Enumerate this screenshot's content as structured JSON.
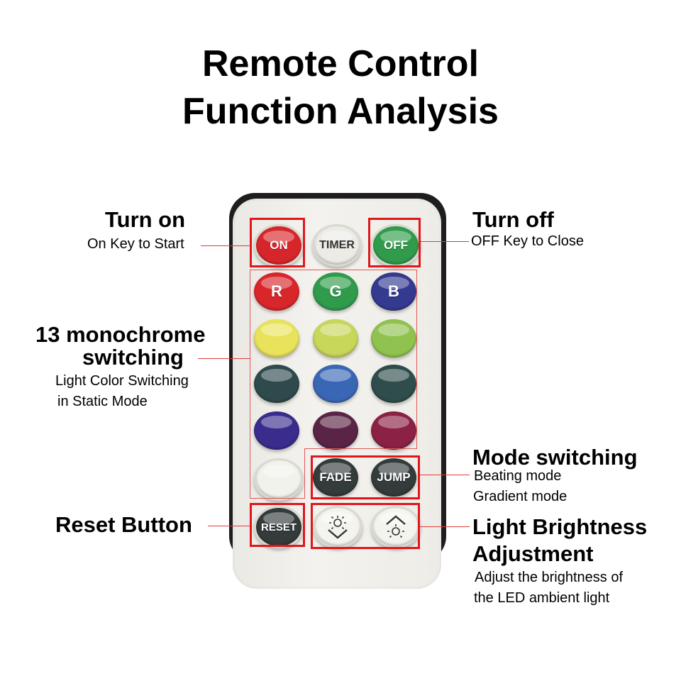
{
  "title": {
    "line1": "Remote Control",
    "line2": "Function Analysis"
  },
  "annotations": {
    "turn_on": {
      "heading": "Turn on",
      "detail": "On Key to Start"
    },
    "turn_off": {
      "heading": "Turn off",
      "detail": "OFF Key to Close"
    },
    "monochrome": {
      "heading_line1": "13 monochrome",
      "heading_line2": "switching",
      "detail_line1": "Light Color Switching",
      "detail_line2": "in Static Mode"
    },
    "mode": {
      "heading": "Mode switching",
      "detail_line1": "Beating mode",
      "detail_line2": "Gradient mode"
    },
    "reset": {
      "heading": "Reset Button"
    },
    "brightness": {
      "heading_line1": "Light Brightness",
      "heading_line2": "Adjustment",
      "detail_line1": "Adjust the brightness of",
      "detail_line2": "the LED ambient light"
    }
  },
  "remote": {
    "on_label": "ON",
    "timer_label": "TIMER",
    "off_label": "OFF",
    "r_label": "R",
    "g_label": "G",
    "b_label": "B",
    "fade_label": "FADE",
    "jump_label": "JUMP",
    "reset_label": "RESET",
    "brightness_down_icon": "brightness-down-icon",
    "brightness_up_icon": "brightness-up-icon"
  },
  "colors": {
    "annotation_red": "#e0161b",
    "on_button": "#d7262b",
    "off_button": "#2f9b4b",
    "r": "#d8262b",
    "g": "#2f9b4b",
    "b": "#343a8f",
    "swatches": [
      "#e8e35a",
      "#c8d65a",
      "#8fc24e",
      "#2f4a4c",
      "#3a67b5",
      "#2f4d4c",
      "#3a2c8c",
      "#5a2446",
      "#8b2145",
      "#f2f2ec"
    ],
    "dark_button": "#333b3b"
  }
}
